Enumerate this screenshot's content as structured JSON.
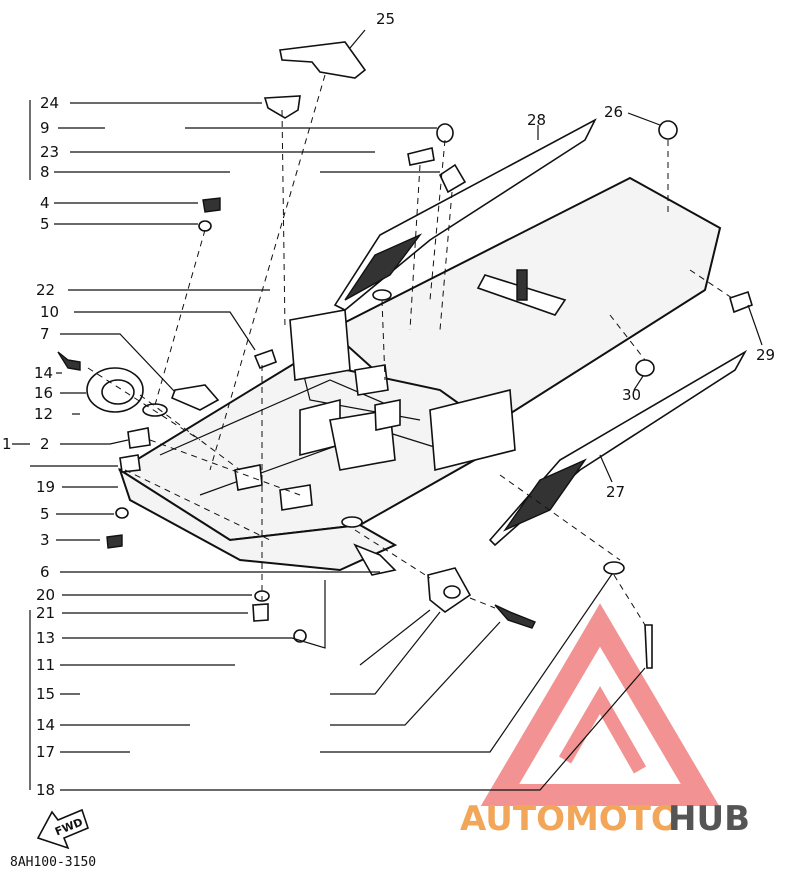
{
  "callouts": {
    "n1": "1",
    "n2": "2",
    "n3": "3",
    "n4": "4",
    "n5": "5",
    "n5b": "5",
    "n6": "6",
    "n7": "7",
    "n8": "8",
    "n9": "9",
    "n10": "10",
    "n11": "11",
    "n12": "12",
    "n13": "13",
    "n14": "14",
    "n14b": "14",
    "n15": "15",
    "n16": "16",
    "n17": "17",
    "n18": "18",
    "n19": "19",
    "n20": "20",
    "n21": "21",
    "n22": "22",
    "n23": "23",
    "n24": "24",
    "n25": "25",
    "n26": "26",
    "n27": "27",
    "n28": "28",
    "n29": "29",
    "n30": "30"
  },
  "fwd_label": "FWD",
  "diagram_code": "8AH100-3150",
  "watermark": {
    "part1": "AUTOMOTO",
    "part2": "HUB",
    "color_main": "#f2a65a",
    "color_accent": "#555555",
    "triangle_color": "#f08080"
  }
}
